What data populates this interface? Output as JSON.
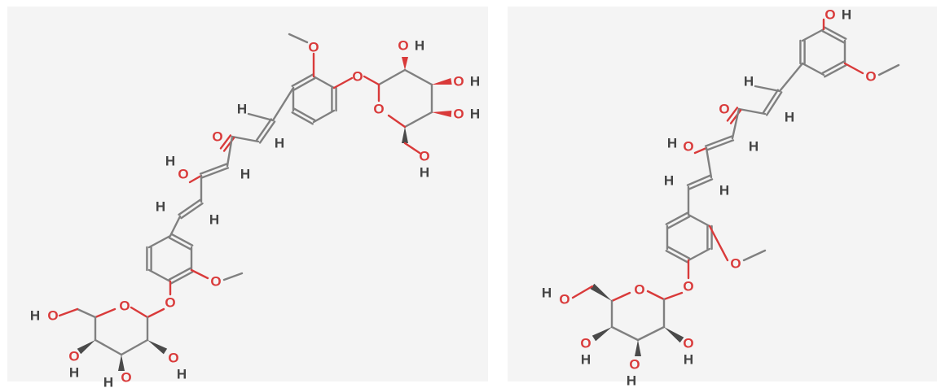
{
  "labels": {
    "oxygen": "O",
    "hydrogen": "H"
  },
  "colors": {
    "carbon_bond": "#808080",
    "oxygen": "#d93a3a",
    "hydrogen": "#444444",
    "panel_background": "#f4f4f4"
  },
  "structures": [
    {
      "id": "left",
      "description_hidden": true
    },
    {
      "id": "right",
      "description_hidden": true
    }
  ]
}
